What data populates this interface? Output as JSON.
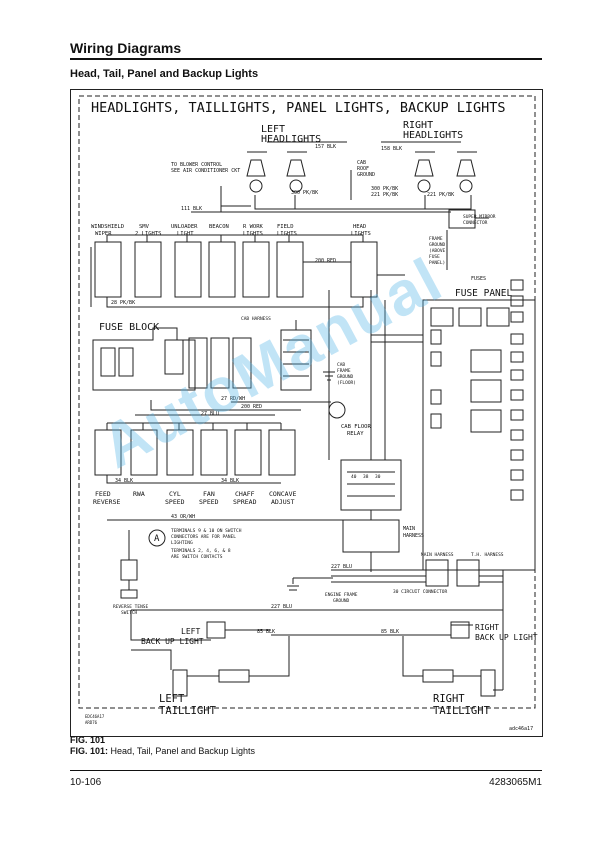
{
  "page": {
    "section_title": "Wiring Diagrams",
    "subtitle": "Head, Tail, Panel and Backup Lights",
    "fig_label": "FIG. 101",
    "fig_caption_prefix": "FIG. 101:",
    "fig_caption_text": "Head, Tail, Panel and Backup Lights",
    "page_number": "10-106",
    "doc_number": "4283065M1",
    "watermark": "AutoManual"
  },
  "diagram": {
    "title": "HEADLIGHTS, TAILLIGHTS, PANEL LIGHTS, BACKUP LIGHTS",
    "left_headlights": [
      "LEFT",
      "HEADLIGHTS"
    ],
    "right_headlights": [
      "RIGHT",
      "HEADLIGHTS"
    ],
    "blower_note": [
      "TO BLOWER CONTROL",
      "SEE AIR CONDITIONER CKT"
    ],
    "cab_roof_ground": [
      "CAB",
      "ROOF",
      "GROUND"
    ],
    "wire_157": "157 BLK",
    "wire_158": "158 BLK",
    "wire_300a": "300 PK/BK",
    "wire_300b": "300 PK/BK",
    "wire_221a": "221 PK/BK",
    "wire_221b": "221 PK/BK",
    "wire_111": "111 BLK",
    "wire_28": "28 PK/BK",
    "wire_200red": "200 RED",
    "wire_27": "27 RD/WH",
    "wire_200red2": "200 RED",
    "wire_27blu": "27 BLU",
    "wire_34a": "34 BLK",
    "wire_34b": "34 BLK",
    "wire_43": "43 OR/WH",
    "wire_227": "227 BLU",
    "wire_227b": "227 BLU",
    "wire_85": "85 BLK",
    "wire_85b": "85 BLK",
    "switches_top": [
      {
        "l1": "WINDSHIELD",
        "l2": "WIPER"
      },
      {
        "l1": "SMV",
        "l2": "2 LIGHTS"
      },
      {
        "l1": "UNLOADER",
        "l2": "LIGHT"
      },
      {
        "l1": "BEACON",
        "l2": ""
      },
      {
        "l1": "R WORK",
        "l2": "LIGHTS"
      },
      {
        "l1": "FIELD",
        "l2": "LIGHTS"
      },
      {
        "l1": "HEAD",
        "l2": "LIGHTS"
      }
    ],
    "fuse_block": "FUSE BLOCK",
    "fuse_panel": "FUSE PANEL",
    "fuses_label": "FUSES",
    "super_mirror": [
      "SUPER MIRROR",
      "CONNECTOR"
    ],
    "frame_ground": [
      "FRAME",
      "GROUND",
      "(ABOVE",
      "FUSE",
      "PANEL)"
    ],
    "cab_harness": "CAB HARNESS",
    "cab_frame_ground": [
      "CAB",
      "FRAME",
      "GROUND",
      "(FLOOR)"
    ],
    "cab_floor_relay": [
      "CAB FLOOR",
      "RELAY"
    ],
    "switches_bottom": [
      {
        "l1": "FEED",
        "l2": "REVERSE"
      },
      {
        "l1": "RWA",
        "l2": ""
      },
      {
        "l1": "CYL",
        "l2": "SPEED"
      },
      {
        "l1": "FAN",
        "l2": "SPEED"
      },
      {
        "l1": "CHAFF",
        "l2": "SPREAD"
      },
      {
        "l1": "CONCAVE",
        "l2": "ADJUST"
      }
    ],
    "note_badge": "A",
    "note_lines": [
      "TERMINALS 9 & 10 ON SWITCH",
      "CONNECTORS ARE FOR PANEL",
      "LIGHTING",
      "TERMINALS 2, 4, 6, & 8",
      "ARE SWITCH CONTACTS"
    ],
    "reverse_tense": [
      "REVERSE TENSE",
      "SWITCH"
    ],
    "main_harness": [
      "MAIN",
      "HARNESS"
    ],
    "main_harness2": "MAIN HARNESS",
    "th_harness": "T.H. HARNESS",
    "engine_frame_ground": [
      "ENGINE FRAME",
      "GROUND"
    ],
    "circuit_connector": "30 CIRCUIT CONNECTOR",
    "left_backup": [
      "LEFT",
      "BACK UP LIGHT"
    ],
    "right_backup": [
      "RIGHT",
      "BACK UP LIGHT"
    ],
    "left_taillight": [
      "LEFT",
      "TAILLIGHT"
    ],
    "right_taillight": [
      "RIGHT",
      "TAILLIGHT"
    ],
    "conn_labels": [
      "40",
      "38",
      "30"
    ],
    "ref_code": [
      "EDC46A17",
      "ARD76"
    ],
    "corner_code": "adc46a17"
  }
}
